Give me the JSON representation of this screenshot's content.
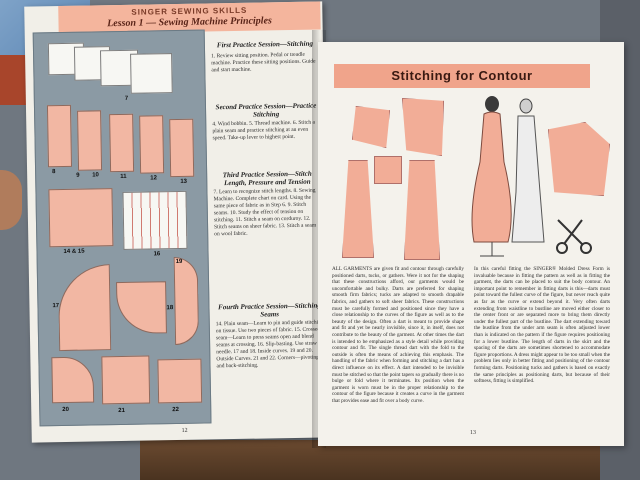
{
  "header": {
    "brand": "SINGER SEWING SKILLS",
    "lesson_title": "Lesson 1 — Sewing Machine Principles"
  },
  "left_page": {
    "sections": [
      {
        "heading": "First Practice Session—Stitching",
        "text": "1. Review sitting position. Pedal or treadle machine. Practice these sitting positions. Guide and start machine."
      },
      {
        "heading": "Second Practice Session—Practice Stitching",
        "text": "4. Wind bobbin. 5. Thread machine. 6. Stitch a plain seam and practice stitching at an even speed. Take-up lever to highest point."
      },
      {
        "heading": "Third Practice Session—Stitch Length, Pressure and Tension",
        "text": "7. Learn to recognize stitch lengths. 8. Sewing Machine. Complete chart on card. Using the same piece of fabric as in Step 6. 9. Stitch seams. 10. Study the effect of tension on stitching. 11. Stitch a seam on corduroy. 12. Stitch seams on sheer fabric. 13. Stitch a seam on wool fabric."
      },
      {
        "heading": "Fourth Practice Session—Stitching Seams",
        "text": "14. Plain seam—Learn to pin and guide stitching on tissue. Use two pieces of fabric. 15. Crossed seam—Learn to press seams open and blend seams at crossing. 16. Slip-basting. Use straw needle. 17 and 18. Inside curves. 19 and 20. Outside Curves. 21 and 22. Corners—pivoting and back-stitching."
      }
    ],
    "figure_labels": [
      "7",
      "8",
      "9",
      "10",
      "11",
      "12",
      "13",
      "14 & 15",
      "16",
      "17",
      "18",
      "19",
      "20",
      "21",
      "22"
    ],
    "page_number": "12"
  },
  "right_page": {
    "title": "Stitching for Contour",
    "columns": [
      "ALL GARMENTS are given fit and contour through carefully positioned darts, tucks, or gathers. Were it not for the shaping that these constructions afford, our garments would be uncomfortable and bulky. Darts are preferred for shaping smooth firm fabrics; tucks are adapted to smooth drapable fabrics, and gathers to soft sheer fabrics. These constructions must be carefully formed and positioned since they have a close relationship to the curves of the figure as well as to the beauty of the design. Often a dart is meant to provide shape and fit and yet be nearly invisible, since it, in itself, does not contribute to the beauty of the garment. At other times the dart is intended to be emphasized as a style detail while providing contour and fit. The single thread dart with the fold to the outside is often the means of achieving this emphasis. The handling of the fabric when forming and stitching a dart has a direct influence on its effect. A dart intended to be invisible must be stitched so that the point tapers so gradually there is no bulge or fold where it terminates. Its position when the garment is worn must be in the proper relationship to the contour of the figure because it creates a curve in the garment that provides ease and fit over a body curve.",
      "In this careful fitting the SINGER® Molded Dress Form is invaluable because in fitting the pattern as well as in fitting the garment, the darts can be placed to suit the body contour. An important point to remember in fitting darts is this—darts must point toward the fullest curve of the figure, but never reach quite as far as the curve or extend beyond it. Very often darts extending from waistline to bustline are moved either closer to the center front or are separated more to bring them directly under the fullest part of the bustline. The dart extending toward the bustline from the under arm seam is often adjusted lower than is indicated on the pattern if the figure requires positioning for a lower bustline. The length of darts in the skirt and the spacing of the darts are sometimes shortened to accommodate figure proportions. A dress might appear to be too small when the problem lies only in better fitting and positioning of the contour forming darts. Positioning tucks and gathers is based on exactly the same principles as positioning darts, but because of their softness, fitting is simplified."
    ],
    "page_number": "13"
  }
}
